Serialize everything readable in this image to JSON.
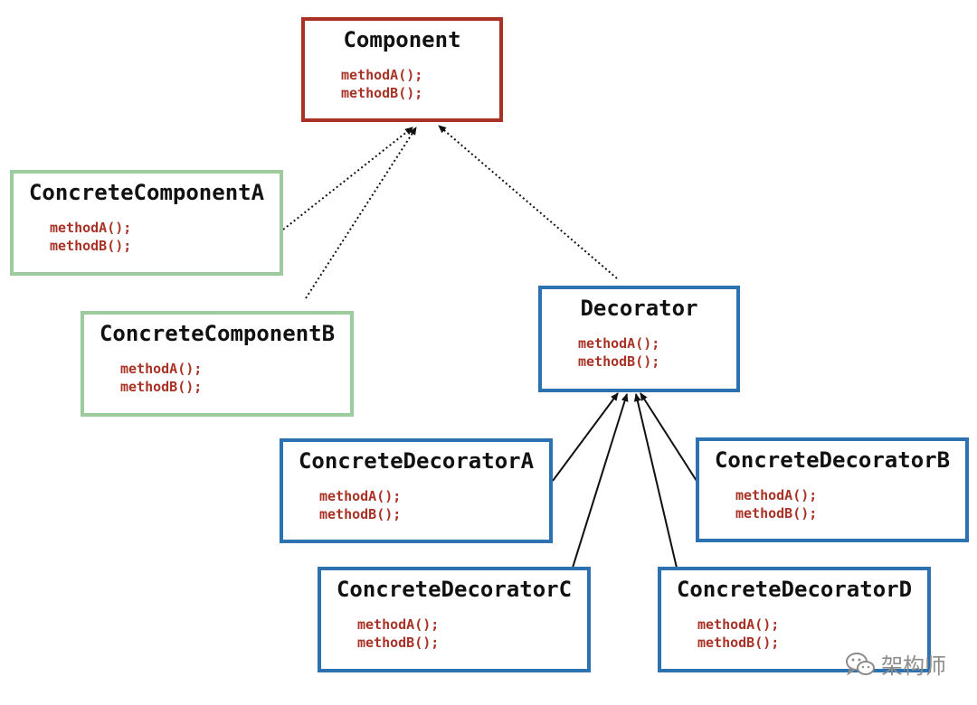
{
  "nodes": {
    "component": {
      "name": "Component",
      "methods": [
        "methodA();",
        "methodB();"
      ]
    },
    "concrete_a": {
      "name": "ConcreteComponentA",
      "methods": [
        "methodA();",
        "methodB();"
      ]
    },
    "concrete_b": {
      "name": "ConcreteComponentB",
      "methods": [
        "methodA();",
        "methodB();"
      ]
    },
    "decorator": {
      "name": "Decorator",
      "methods": [
        "methodA();",
        "methodB();"
      ]
    },
    "decorator_a": {
      "name": "ConcreteDecoratorA",
      "methods": [
        "methodA();",
        "methodB();"
      ]
    },
    "decorator_b": {
      "name": "ConcreteDecoratorB",
      "methods": [
        "methodA();",
        "methodB();"
      ]
    },
    "decorator_c": {
      "name": "ConcreteDecoratorC",
      "methods": [
        "methodA();",
        "methodB();"
      ]
    },
    "decorator_d": {
      "name": "ConcreteDecoratorD",
      "methods": [
        "methodA();",
        "methodB();"
      ]
    }
  },
  "watermark": {
    "text": "架构师",
    "icon": "wechat-icon"
  },
  "colors": {
    "base_border": "#a93226",
    "concrete_border": "#9ccc9e",
    "decorator_border": "#2c72b0",
    "method_text": "#a93226"
  }
}
